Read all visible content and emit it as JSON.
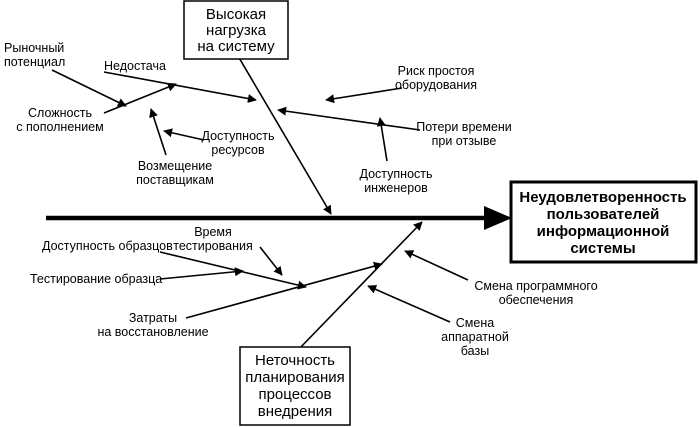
{
  "effect": {
    "lines": [
      "Неудовлетворенность",
      "пользователей",
      "информационной",
      "системы"
    ]
  },
  "categories": {
    "top": {
      "lines": [
        "Высокая",
        "нагрузка",
        "на систему"
      ]
    },
    "bottom": {
      "lines": [
        "Неточность",
        "планирования",
        "процессов",
        "внедрения"
      ]
    }
  },
  "causes": {
    "market_potential": [
      "Рыночный",
      "потенциал"
    ],
    "shortage": [
      "Недостача"
    ],
    "replenishment_complexity": [
      "Сложность",
      "с пополнением"
    ],
    "resource_availability": [
      "Доступность",
      "ресурсов"
    ],
    "supplier_compensation": [
      "Возмещение",
      "поставщикам"
    ],
    "downtime_risk": [
      "Риск простоя",
      "оборудования"
    ],
    "response_time_loss": [
      "Потери времени",
      "при отзыве"
    ],
    "engineer_availability": [
      "Доступность",
      "инженеров"
    ],
    "testing_time": [
      "Время",
      "тестирования"
    ],
    "sample_availability": [
      "Доступность образцов"
    ],
    "sample_testing": [
      "Тестирование образца"
    ],
    "recovery_costs": [
      "Затраты",
      "на восстановление"
    ],
    "software_change": [
      "Смена программного",
      "обеспечения"
    ],
    "hardware_change": [
      "Смена",
      "аппаратной",
      "базы"
    ]
  }
}
